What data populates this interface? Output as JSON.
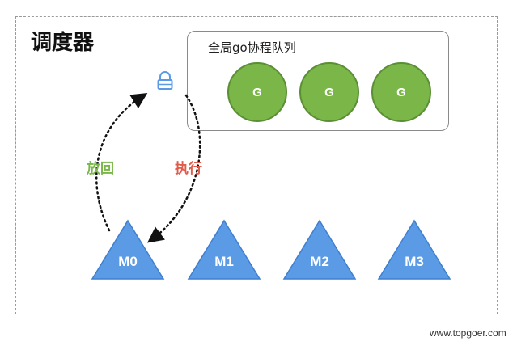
{
  "scheduler": {
    "title": "调度器"
  },
  "global_queue": {
    "label": "全局go协程队列",
    "goroutines": [
      {
        "label": "G"
      },
      {
        "label": "G"
      },
      {
        "label": "G"
      }
    ]
  },
  "lock": {
    "icon": "lock-icon"
  },
  "arrows": {
    "return_label": "放回",
    "execute_label": "执行"
  },
  "machines": [
    {
      "label": "M0"
    },
    {
      "label": "M1"
    },
    {
      "label": "M2"
    },
    {
      "label": "M3"
    }
  ],
  "watermark": "www.topgoer.com",
  "colors": {
    "goroutine_fill": "#7ab648",
    "machine_fill": "#5b9be6",
    "return_label": "#7ab648",
    "execute_label": "#e25a4a",
    "lock_stroke": "#5b9be6"
  }
}
